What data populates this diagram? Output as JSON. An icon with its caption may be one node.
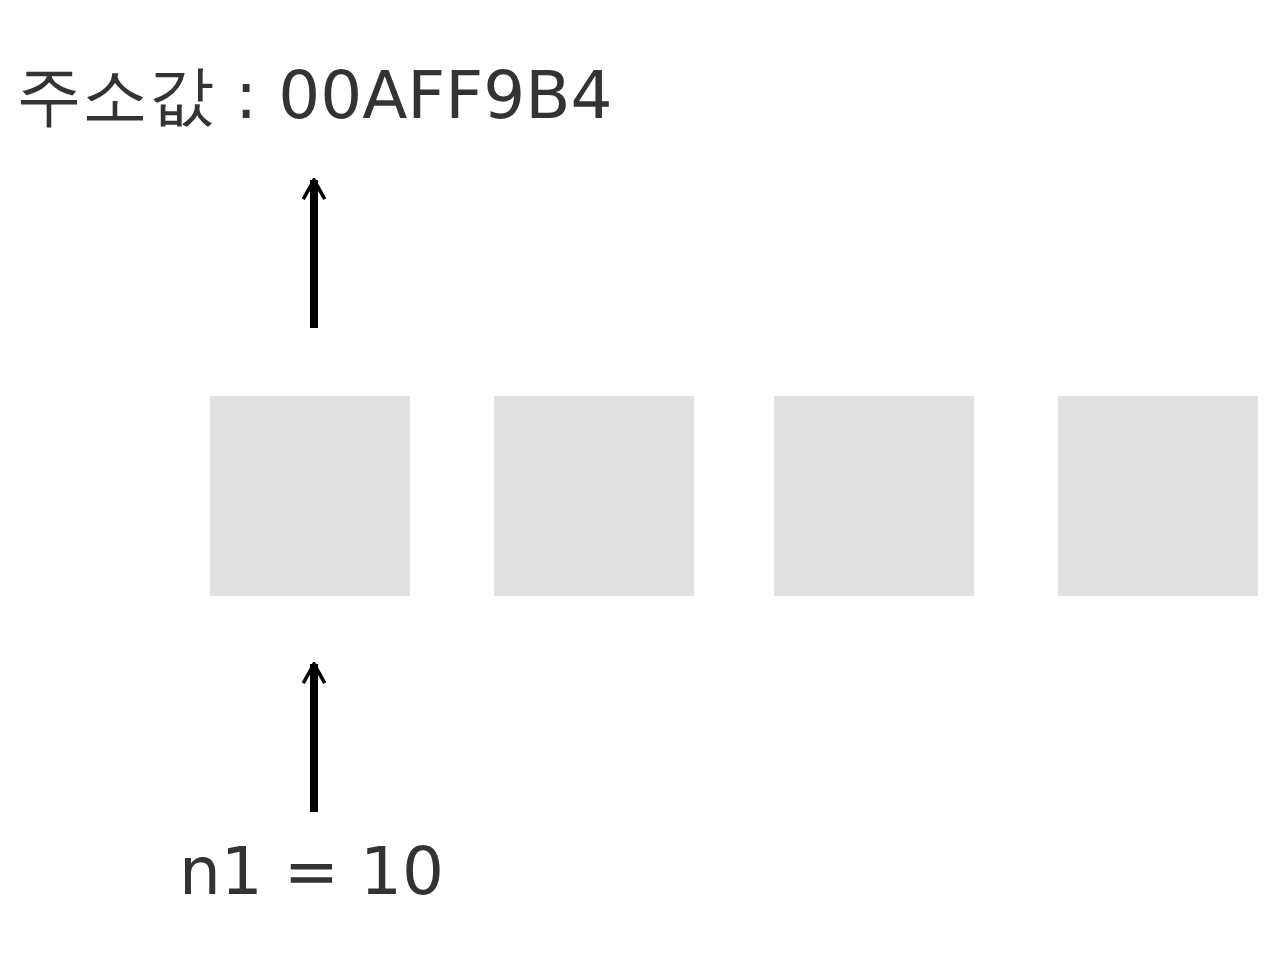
{
  "diagram": {
    "nodes": [
      {
        "text": [
          "주소값 : 00AFF9B4"
        ]
      },
      {
        "text": [],
        "shape": "box"
      },
      {
        "text": [],
        "shape": "box"
      },
      {
        "text": [],
        "shape": "box"
      },
      {
        "text": [],
        "shape": "box"
      },
      {
        "text": [
          "n1 = 10"
        ]
      }
    ],
    "edges": [
      {
        "from": 1,
        "to": 0,
        "arrow": "to"
      },
      {
        "from": 5,
        "to": 1,
        "arrow": "to"
      }
    ]
  }
}
